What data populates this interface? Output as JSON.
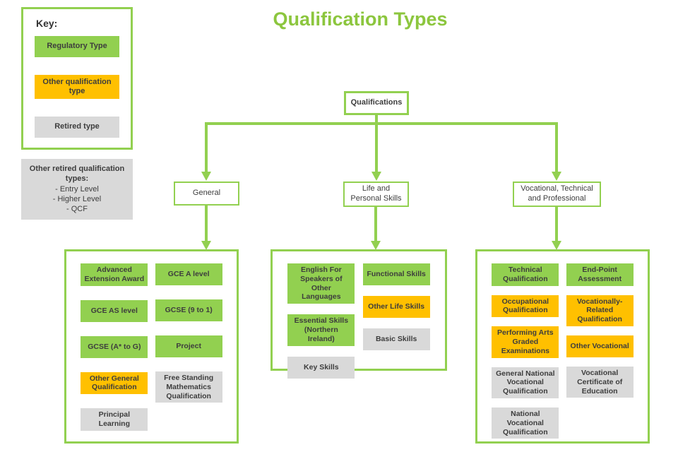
{
  "title": "Qualification Types",
  "colors": {
    "regulatory_green": "#92d050",
    "other_gold": "#ffc000",
    "retired_gray": "#d9d9d9",
    "accent_border": "#92d050",
    "title_green": "#8cc63e"
  },
  "key": {
    "heading": "Key:",
    "items": [
      {
        "label": "Regulatory Type",
        "type": "regulatory"
      },
      {
        "label": "Other qualification type",
        "type": "other"
      },
      {
        "label": "Retired type",
        "type": "retired"
      }
    ]
  },
  "retired_note": {
    "heading": "Other retired qualification types:",
    "items": [
      "- Entry Level",
      "- Higher Level",
      "- QCF"
    ]
  },
  "root": {
    "label": "Qualifications"
  },
  "branches": [
    {
      "label": "General",
      "columns": [
        [
          {
            "label": "Advanced Extension Award",
            "type": "regulatory"
          },
          {
            "label": "GCE AS level",
            "type": "regulatory"
          },
          {
            "label": "GCSE (A* to G)",
            "type": "regulatory"
          },
          {
            "label": "Other General Qualification",
            "type": "other"
          },
          {
            "label": "Principal Learning",
            "type": "retired"
          }
        ],
        [
          {
            "label": "GCE A level",
            "type": "regulatory"
          },
          {
            "label": "GCSE (9 to 1)",
            "type": "regulatory"
          },
          {
            "label": "Project",
            "type": "regulatory"
          },
          {
            "label": "Free Standing Mathematics Qualification",
            "type": "retired"
          }
        ]
      ]
    },
    {
      "label": "Life and Personal Skills",
      "columns": [
        [
          {
            "label": "English For Speakers of Other Languages",
            "type": "regulatory"
          },
          {
            "label": "Essential Skills (Northern Ireland)",
            "type": "regulatory"
          },
          {
            "label": "Key Skills",
            "type": "retired"
          }
        ],
        [
          {
            "label": "Functional Skills",
            "type": "regulatory"
          },
          {
            "label": "Other Life Skills",
            "type": "other"
          },
          {
            "label": "Basic Skills",
            "type": "retired"
          }
        ]
      ]
    },
    {
      "label": "Vocational, Technical and Professional",
      "columns": [
        [
          {
            "label": "Technical Qualification",
            "type": "regulatory"
          },
          {
            "label": "Occupational Qualification",
            "type": "other"
          },
          {
            "label": "Performing Arts Graded Examinations",
            "type": "other"
          },
          {
            "label": "General National Vocational Qualification",
            "type": "retired"
          },
          {
            "label": "National Vocational Qualification",
            "type": "retired"
          }
        ],
        [
          {
            "label": "End-Point Assessment",
            "type": "regulatory"
          },
          {
            "label": "Vocationally-Related Qualification",
            "type": "other"
          },
          {
            "label": "Other Vocational",
            "type": "other"
          },
          {
            "label": "Vocational Certificate of Education",
            "type": "retired"
          }
        ]
      ]
    }
  ]
}
